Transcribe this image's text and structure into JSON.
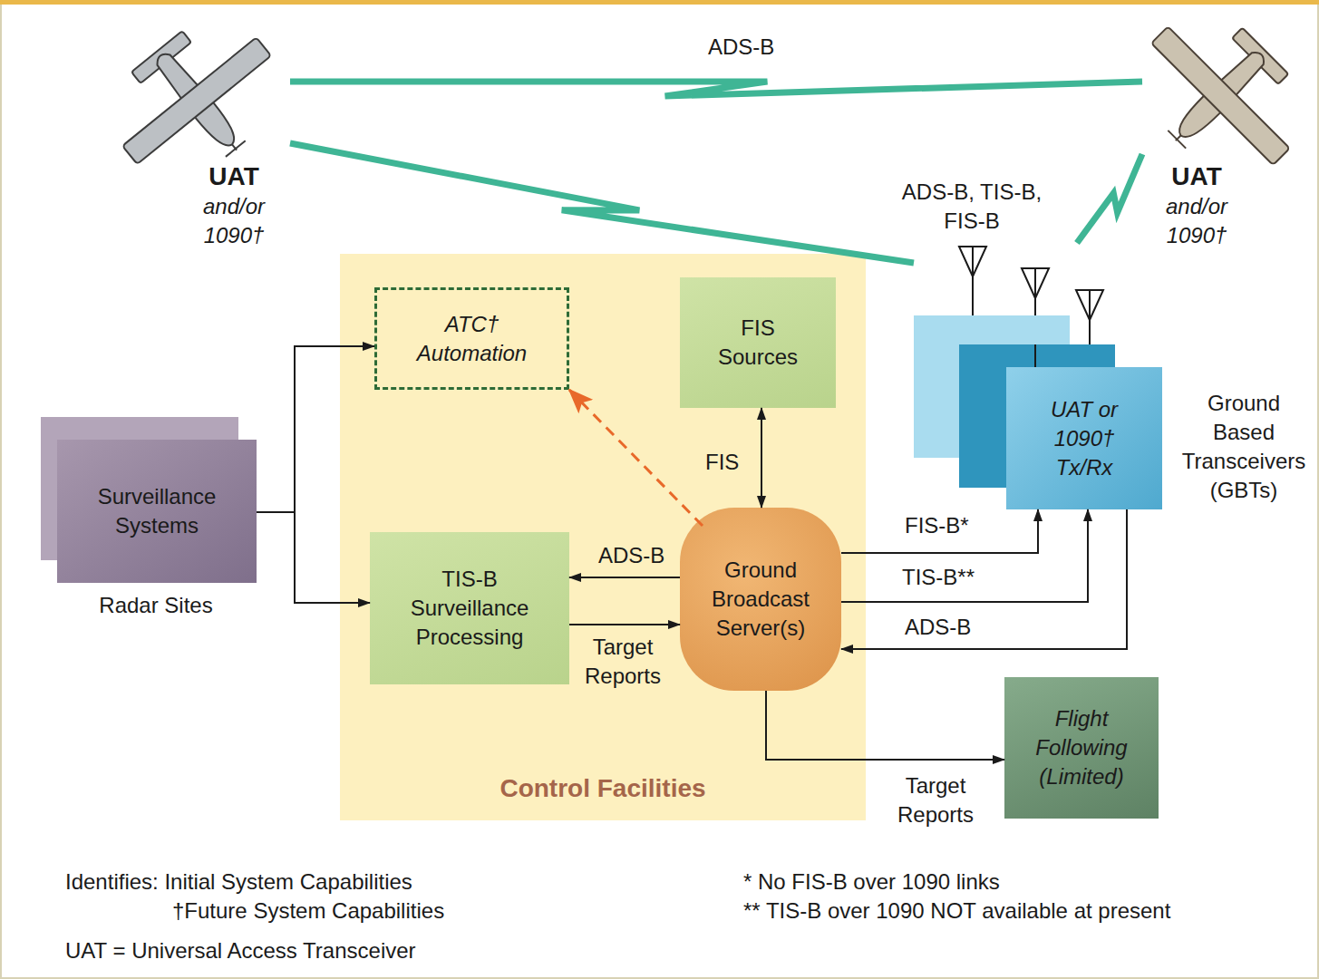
{
  "diagram": {
    "nodes": [
      {
        "text": [
          "UAT",
          "and/or 1090†"
        ]
      },
      {
        "text": [
          "UAT",
          "and/or 1090†"
        ]
      },
      {
        "text": [
          "Control Facilities"
        ]
      },
      {
        "text": [
          "ATC† Automation"
        ],
        "in": 2
      },
      {
        "text": [
          "FIS Sources"
        ],
        "in": 2
      },
      {
        "text": [
          "Surveillance Systems",
          "Radar Sites"
        ]
      },
      {
        "text": [
          "TIS-B Surveillance Processing"
        ],
        "in": 2
      },
      {
        "text": [
          "Ground Broadcast Server(s)"
        ],
        "in": 2
      },
      {
        "text": [
          "UAT or 1090† Tx/Rx",
          "Ground Based Transceivers (GBTs)"
        ]
      },
      {
        "text": [
          "Flight Following (Limited)"
        ]
      }
    ],
    "edges": [
      {
        "from": 0,
        "to": 1,
        "arrow": "none",
        "label": "ADS-B"
      },
      {
        "from": 0,
        "to": 8,
        "arrow": "none"
      },
      {
        "from": 8,
        "to": 1,
        "arrow": "none"
      },
      {
        "from": 5,
        "to": 3,
        "arrow": "to"
      },
      {
        "from": 5,
        "to": 6,
        "arrow": "to"
      },
      {
        "from": 7,
        "to": 3,
        "arrow": "to"
      },
      {
        "from": 4,
        "to": 7,
        "arrow": "both",
        "label": "FIS"
      },
      {
        "from": 7,
        "to": 6,
        "arrow": "to",
        "label": "ADS-B"
      },
      {
        "from": 6,
        "to": 7,
        "arrow": "to",
        "label": "Target Reports"
      },
      {
        "from": 7,
        "to": 8,
        "arrow": "to",
        "label": "FIS-B*"
      },
      {
        "from": 7,
        "to": 8,
        "arrow": "to",
        "label": "TIS-B**"
      },
      {
        "from": 8,
        "to": 7,
        "arrow": "to",
        "label": "ADS-B"
      },
      {
        "from": 7,
        "to": 9,
        "arrow": "to",
        "label": "Target Reports"
      }
    ],
    "labels": [
      "ADS-B, TIS-B, FIS-B",
      "Identifies: Initial System Capabilities",
      "†Future System Capabilities",
      "UAT = Universal Access Transceiver",
      "* No FIS-B over 1090 links",
      "** TIS-B over 1090 NOT available at present"
    ]
  }
}
